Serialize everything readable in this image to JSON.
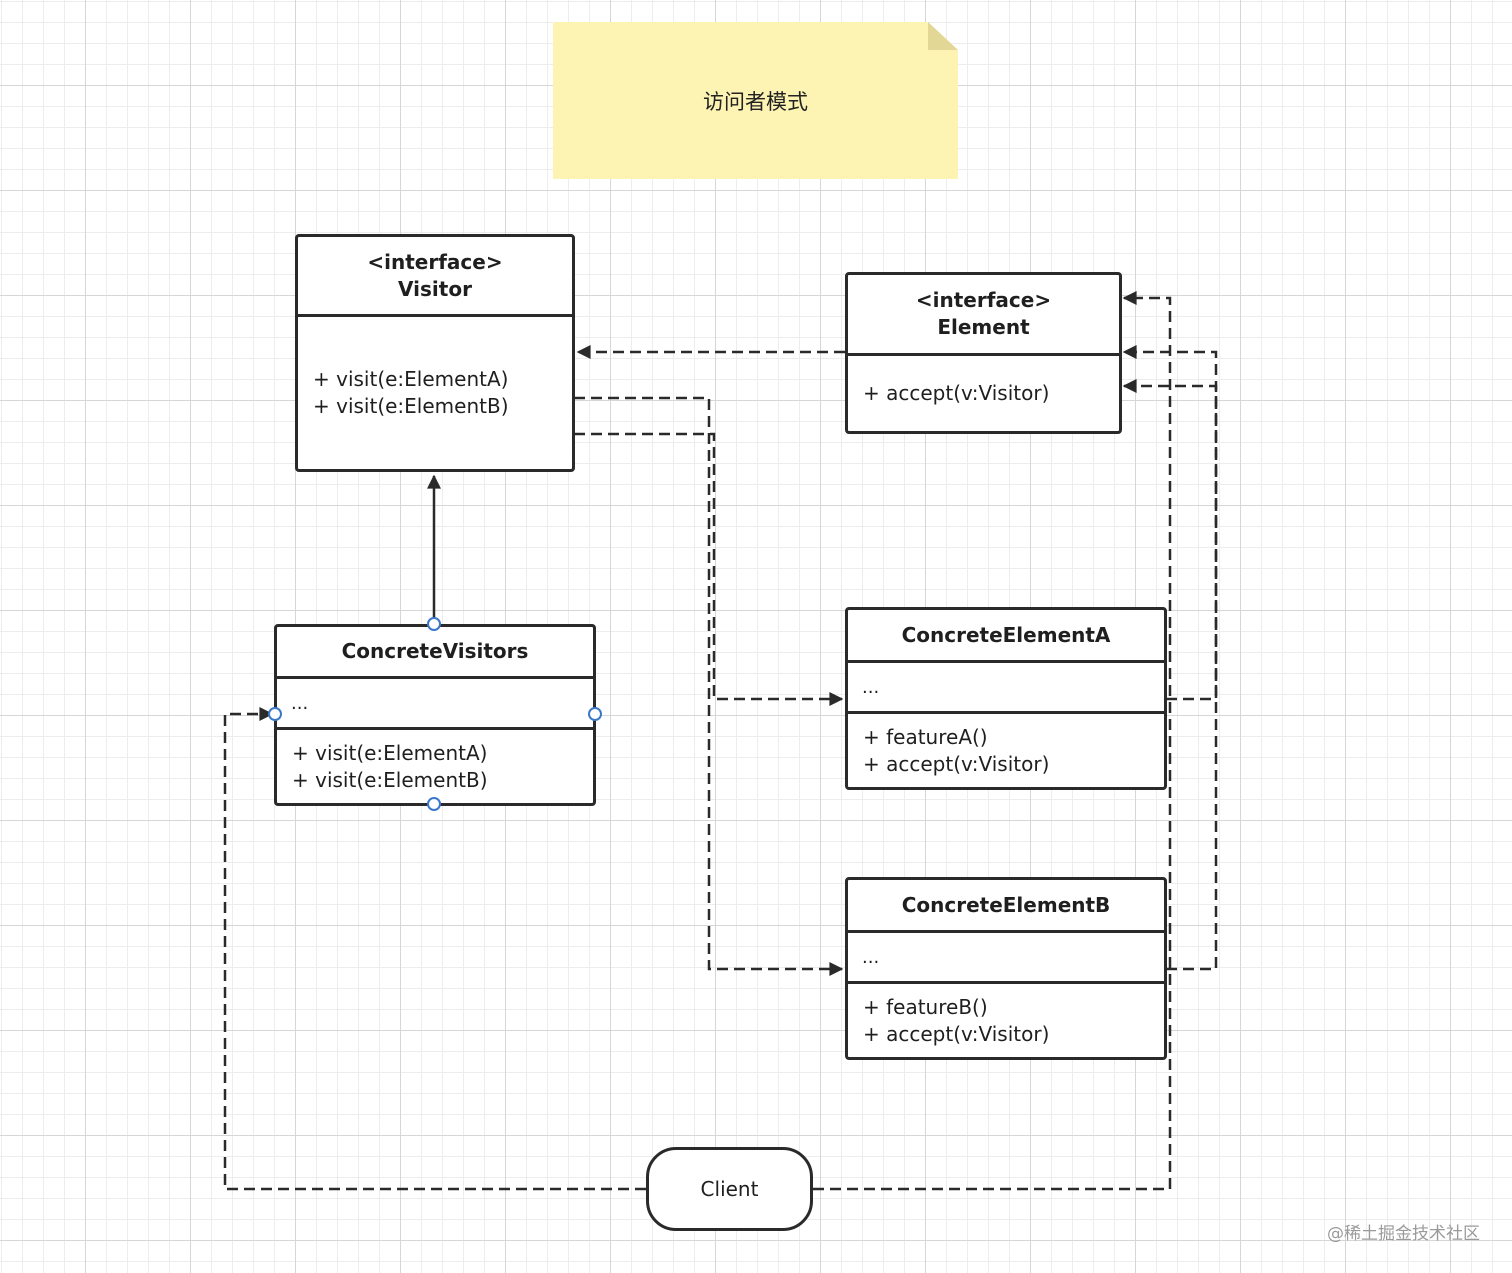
{
  "note": {
    "text": "访问者模式",
    "color": "#fdf3b3"
  },
  "visitor": {
    "stereotype": "<interface>",
    "name": "Visitor",
    "methods": [
      "+ visit(e:ElementA)",
      "+ visit(e:ElementB)"
    ]
  },
  "element": {
    "stereotype": "<interface>",
    "name": "Element",
    "methods": [
      "+ accept(v:Visitor)"
    ]
  },
  "concrete_visitors": {
    "name": "ConcreteVisitors",
    "attributes": "...",
    "methods": [
      "+ visit(e:ElementA)",
      "+ visit(e:ElementB)"
    ]
  },
  "concrete_element_a": {
    "name": "ConcreteElementA",
    "attributes": "...",
    "methods": [
      "+ featureA()",
      "+ accept(v:Visitor)"
    ]
  },
  "concrete_element_b": {
    "name": "ConcreteElementB",
    "attributes": "...",
    "methods": [
      "+ featureB()",
      "+ accept(v:Visitor)"
    ]
  },
  "client": {
    "name": "Client"
  },
  "watermark": "@稀土掘金技术社区",
  "colors": {
    "line": "#2a2a2a",
    "selection_handle": "#3b78c9"
  }
}
